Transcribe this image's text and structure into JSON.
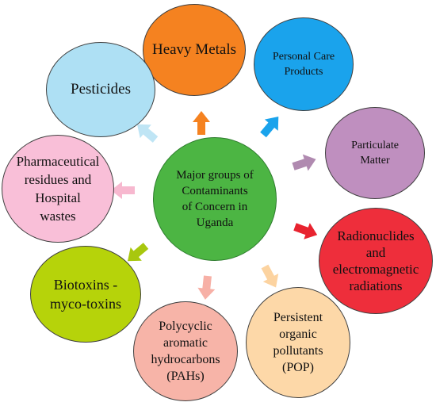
{
  "center": {
    "label": "Major groups of\nContaminants\nof Concern in\nUganda",
    "color": "#4cb543"
  },
  "nodes": [
    {
      "id": "heavy-metals",
      "label": "Heavy Metals",
      "color": "#f58220"
    },
    {
      "id": "personal-care",
      "label": "Personal Care\nProducts",
      "color": "#1aa3ec"
    },
    {
      "id": "pesticides",
      "label": "Pesticides",
      "color": "#aee0f4"
    },
    {
      "id": "particulate",
      "label": "Particulate\nMatter",
      "color": "#bf8fbf"
    },
    {
      "id": "pharma",
      "label": "Pharmaceutical\nresidues and\nHospital\nwastes",
      "color": "#f9bfd8"
    },
    {
      "id": "radio",
      "label": "Radionuclides\nand\nelectromagnetic\nradiations",
      "color": "#ee2e3b"
    },
    {
      "id": "biotoxins",
      "label": "Biotoxins -\nmyco-toxins",
      "color": "#b6d30a"
    },
    {
      "id": "pop",
      "label": "Persistent\norganic\npollutants\n(POP)",
      "color": "#fdd8a8"
    },
    {
      "id": "pah",
      "label": "Polycyclic\naromatic\nhydrocarbons\n(PAHs)",
      "color": "#f7b4a8"
    }
  ],
  "arrows": [
    {
      "target": "heavy-metals",
      "color": "#f58220"
    },
    {
      "target": "personal-care",
      "color": "#1aa3ec"
    },
    {
      "target": "pesticides",
      "color": "#bfe5f5"
    },
    {
      "target": "particulate",
      "color": "#b08ab0"
    },
    {
      "target": "pharma",
      "color": "#f7b8cf"
    },
    {
      "target": "radio",
      "color": "#e8232f"
    },
    {
      "target": "biotoxins",
      "color": "#a8c70e"
    },
    {
      "target": "pop",
      "color": "#fcd3a0"
    },
    {
      "target": "pah",
      "color": "#f7b0a6"
    }
  ]
}
